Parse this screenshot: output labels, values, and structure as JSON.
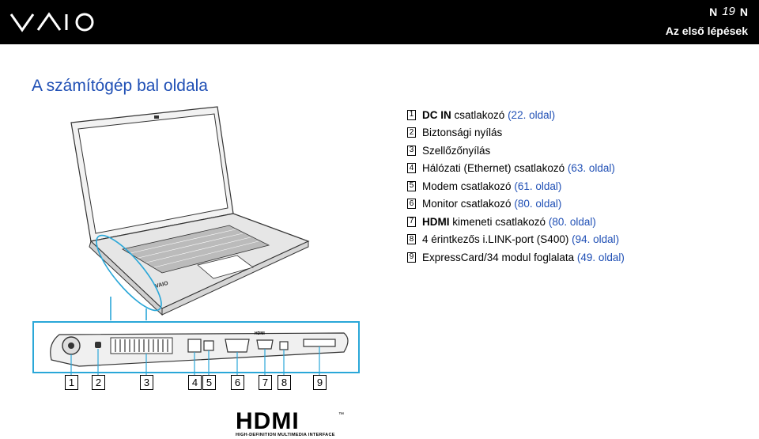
{
  "header": {
    "logo_text": "VAIO",
    "page_number": "19",
    "section": "Az első lépések",
    "prev_icon": "arrow-left-icon",
    "next_icon": "arrow-right-icon"
  },
  "title": "A számítógép bal oldala",
  "legend": [
    {
      "num": "1",
      "bold": "DC IN",
      "text": " csatlakozó",
      "ref": "(22. oldal)"
    },
    {
      "num": "2",
      "bold": "",
      "text": "Biztonsági nyílás",
      "ref": ""
    },
    {
      "num": "3",
      "bold": "",
      "text": "Szellőzőnyílás",
      "ref": ""
    },
    {
      "num": "4",
      "bold": "",
      "text": "Hálózati (Ethernet) csatlakozó",
      "ref": "(63. oldal)"
    },
    {
      "num": "5",
      "bold": "",
      "text": "Modem csatlakozó",
      "ref": "(61. oldal)"
    },
    {
      "num": "6",
      "bold": "",
      "text": "Monitor csatlakozó",
      "ref": "(80. oldal)"
    },
    {
      "num": "7",
      "bold": "HDMI",
      "text": " kimeneti csatlakozó",
      "ref": "(80. oldal)"
    },
    {
      "num": "8",
      "bold": "",
      "text": "4 érintkezős i.LINK-port (S400)",
      "ref": "(94. oldal)"
    },
    {
      "num": "9",
      "bold": "",
      "text": "ExpressCard/34 modul foglalata",
      "ref": "(49. oldal)"
    }
  ],
  "port_labels": [
    "HDMI"
  ],
  "hdmi_logo": {
    "text": "HDMI",
    "trademark": "™",
    "subtitle": "HIGH-DEFINITION MULTIMEDIA INTERFACE"
  }
}
